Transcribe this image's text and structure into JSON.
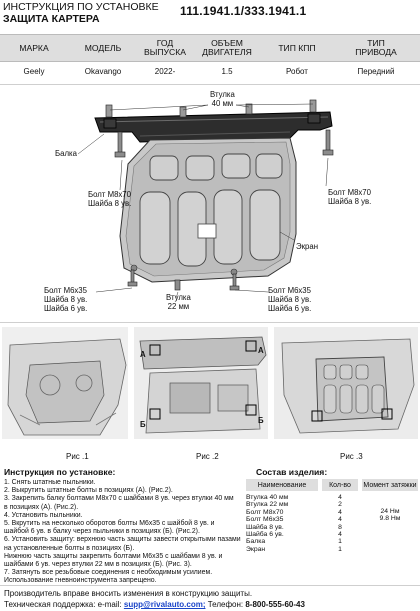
{
  "header": {
    "line1": "ИНСТРУКЦИЯ ПО УСТАНОВКЕ",
    "line2": "ЗАЩИТА КАРТЕРА",
    "code": "111.1941.1/333.1941.1"
  },
  "spec": {
    "columns": [
      "МАРКА",
      "МОДЕЛЬ",
      "ГОД ВЫПУСКА",
      "ОБЪЕМ ДВИГАТЕЛЯ",
      "ТИП КПП",
      "ТИП ПРИВОДА"
    ],
    "values": [
      "Geely",
      "Okavango",
      "2022-",
      "1.5",
      "Робот",
      "Передний"
    ]
  },
  "callouts": {
    "vtulka40": [
      "Втулка",
      "40 мм"
    ],
    "balka": "Балка",
    "bolt_m8_right": [
      "Болт М8х70",
      "Шайба 8 ув."
    ],
    "bolt_m8_left": [
      "Болт М8х70",
      "Шайба 8 ув."
    ],
    "ekran": "Экран",
    "bolt_m6_left": [
      "Болт М6х35",
      "Шайба 8 ув.",
      "Шайба 6 ув."
    ],
    "vtulka22": [
      "Втулка",
      "22 мм"
    ],
    "bolt_m6_right": [
      "Болт М6х35",
      "Шайба 8 ув.",
      "Шайба 6 ув."
    ]
  },
  "figures": {
    "fig1": "Рис .1",
    "fig2": "Рис .2",
    "fig3": "Рис .3",
    "label_a": "А",
    "label_b": "Б"
  },
  "instructions": {
    "title": "Инструкция по установке:",
    "lines": [
      "1. Снять штатные пыльники.",
      "2. Выкрутить штатные болты в позициях (А). (Рис.2).",
      "3. Закрепить балку болтами М8х70 с шайбами 8 ув. через втулки 40 мм",
      "    в позициях (А). (Рис.2).",
      "4. Установить пыльники.",
      "5. Вкрутить на несколько оборотов болты М6х35 с шайбой 8 ув. и",
      "    шайбой 6 ув. в балку через пыльники в позициях (Б). (Рис.2).",
      "6. Установить защиту: верхнюю часть защиты завести открытыми пазами",
      "    на установленные болты в позициях (Б).",
      "    Нижнюю часть защиты закрепить болтами М6х35 с шайбами 8 ув. и",
      "    шайбами 6 ув. через втулки 22 мм в позициях (Б). (Рис. 3).",
      "7. Затянуть все резьбовые соединения с необходимым усилием.",
      "    Использование гневноинструмента запрещено."
    ]
  },
  "composition": {
    "title": "Состав изделия:",
    "headers": [
      "Наименование",
      "Кол-во",
      "Момент затяжки"
    ],
    "names": [
      "Втулка 40 мм",
      "Втулка 22 мм",
      "Болт М8х70",
      "Болт М6х35",
      "Шайба 8 ув.",
      "Шайба 6 ув.",
      "Балка",
      "Экран"
    ],
    "qty": [
      "4",
      "2",
      "4",
      "4",
      "8",
      "4",
      "1",
      "1"
    ],
    "torque": [
      "24 Нм",
      "9.8 Нм"
    ]
  },
  "footer": {
    "line1": "Производитель вправе вносить изменения в конструкцию защиты.",
    "support_label": "Техническая поддержка:  e-mail: ",
    "email": "supp@rivalauto.com;",
    "phone_label": " Телефон: ",
    "phone": "8-800-555-60-43"
  }
}
